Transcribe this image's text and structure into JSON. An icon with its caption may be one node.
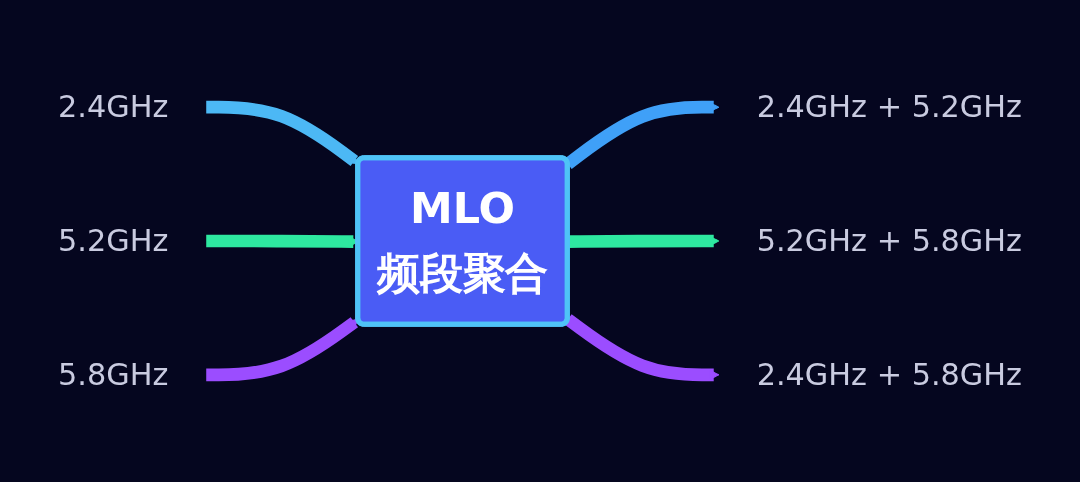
{
  "diagram": {
    "nodes": [
      {
        "text": [
          "2.4GHz"
        ]
      },
      {
        "text": [
          "5.2GHz"
        ]
      },
      {
        "text": [
          "5.8GHz"
        ]
      },
      {
        "text": [
          "MLO",
          "频段聚合"
        ]
      },
      {
        "text": [
          "2.4GHz + 5.2GHz"
        ]
      },
      {
        "text": [
          "5.2GHz + 5.8GHz"
        ]
      },
      {
        "text": [
          "2.4GHz + 5.8GHz"
        ]
      }
    ],
    "edges": [
      {
        "from": 0,
        "to": 3,
        "arrow": "to",
        "color": "#4cb8f5"
      },
      {
        "from": 1,
        "to": 3,
        "arrow": "to",
        "color": "#2ee8a0"
      },
      {
        "from": 2,
        "to": 3,
        "arrow": "to",
        "color": "#9b4dff"
      },
      {
        "from": 3,
        "to": 4,
        "arrow": "to",
        "color": "#3fa0f8"
      },
      {
        "from": 3,
        "to": 5,
        "arrow": "to",
        "color": "#2ee8a0"
      },
      {
        "from": 3,
        "to": 6,
        "arrow": "to",
        "color": "#9b4dff"
      }
    ]
  }
}
